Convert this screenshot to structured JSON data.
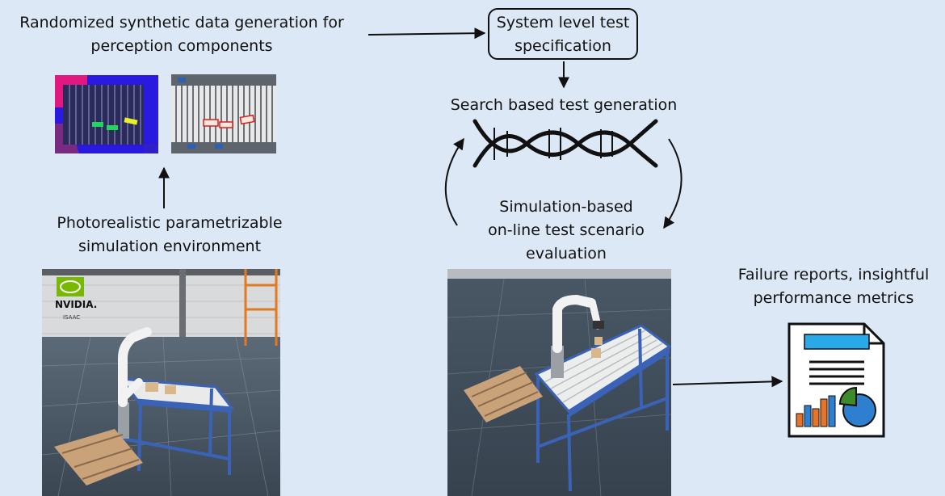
{
  "synthetic": {
    "line1": "Randomized synthetic data generation for",
    "line2": "perception components"
  },
  "spec": {
    "line1": "System level test",
    "line2": "specification"
  },
  "search": {
    "label": "Search based test generation"
  },
  "sim_eval": {
    "line1": "Simulation-based",
    "line2": "on-line test scenario",
    "line3": "evaluation"
  },
  "photo": {
    "line1": "Photorealistic parametrizable",
    "line2": "simulation environment"
  },
  "failure": {
    "line1": "Failure reports, insightful",
    "line2": "performance metrics"
  },
  "scene1": {
    "brand": "NVIDIA.",
    "product": "ISAAC"
  },
  "colors": {
    "background": "#dce8f6",
    "conveyor_frame": "#3a63b8",
    "segmentation_magenta": "#e0187f",
    "segmentation_blue": "#2a1ae0",
    "report_header": "#29a9e8",
    "bar_orange": "#e8742a",
    "bar_blue": "#2f7fd0",
    "pie_green": "#3d8a2b"
  },
  "icons": [
    "dna-helix-icon",
    "report-document-icon",
    "bar-chart-icon",
    "pie-chart-icon",
    "nvidia-eye-icon"
  ]
}
